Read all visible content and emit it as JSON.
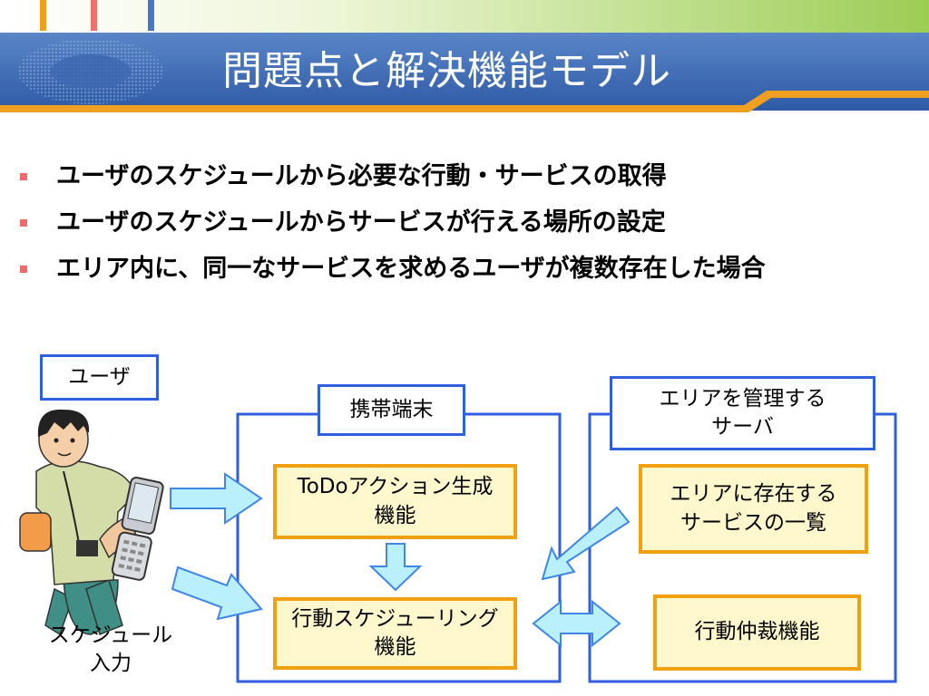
{
  "slide": {
    "title": "問題点と解決機能モデル",
    "bullets": [
      "ユーザのスケジュールから必要な行動・サービスの取得",
      "ユーザのスケジュールからサービスが行える場所の設定",
      "エリア内に、同一なサービスを求めるユーザが複数存在した場合"
    ]
  },
  "diagram": {
    "user_label": "ユーザ",
    "user_caption": "スケジュール\n入力",
    "terminal_label": "携帯端末",
    "server_label": "エリアを管理する\nサーバ",
    "todo_box": "ToDoアクション生成\n機能",
    "schedule_box": "行動スケジューリング\n機能",
    "service_list_box": "エリアに存在する\nサービスの一覧",
    "arbitration_box": "行動仲裁機能"
  },
  "colors": {
    "header_blue": "#3a67b4",
    "header_accent": "#f0a020",
    "container_border": "#2f5fe0",
    "function_fill": "#fff8cc",
    "function_border": "#f0a010",
    "arrow_fill": "#b9f0fc",
    "arrow_stroke": "#3f86e6",
    "bullet": "#f06a6a"
  }
}
